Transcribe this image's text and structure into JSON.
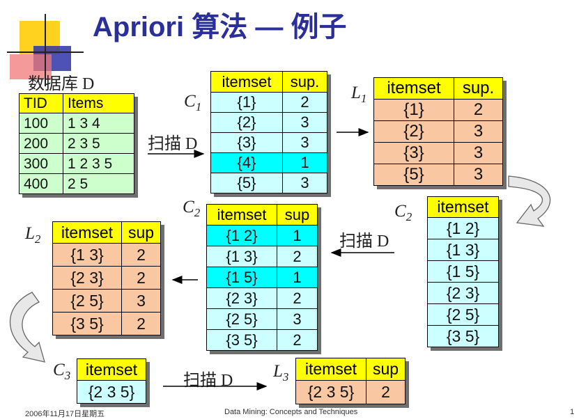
{
  "title": "Apriori 算法 — 例子",
  "db": {
    "label": "数据库 D",
    "headers": [
      "TID",
      "Items"
    ],
    "rows": [
      [
        "100",
        "1 3 4"
      ],
      [
        "200",
        "2 3 5"
      ],
      [
        "300",
        "1 2 3 5"
      ],
      [
        "400",
        "2 5"
      ]
    ]
  },
  "scan_label": "扫描 D",
  "c1": {
    "label": "C",
    "sub": "1",
    "headers": [
      "itemset",
      "sup."
    ],
    "rows": [
      [
        "{1}",
        "2"
      ],
      [
        "{2}",
        "3"
      ],
      [
        "{3}",
        "3"
      ],
      [
        "{4}",
        "1"
      ],
      [
        "{5}",
        "3"
      ]
    ],
    "highlight_index": 3
  },
  "l1": {
    "label": "L",
    "sub": "1",
    "headers": [
      "itemset",
      "sup."
    ],
    "rows": [
      [
        "{1}",
        "2"
      ],
      [
        "{2}",
        "3"
      ],
      [
        "{3}",
        "3"
      ],
      [
        "{5}",
        "3"
      ]
    ]
  },
  "c2_right": {
    "label": "C",
    "sub": "2",
    "header": "itemset",
    "rows": [
      "{1 2}",
      "{1 3}",
      "{1 5}",
      "{2 3}",
      "{2 5}",
      "{3 5}"
    ]
  },
  "c2_mid": {
    "label": "C",
    "sub": "2",
    "headers": [
      "itemset",
      "sup"
    ],
    "rows": [
      [
        "{1 2}",
        "1"
      ],
      [
        "{1 3}",
        "2"
      ],
      [
        "{1 5}",
        "1"
      ],
      [
        "{2 3}",
        "2"
      ],
      [
        "{2 5}",
        "3"
      ],
      [
        "{3 5}",
        "2"
      ]
    ],
    "highlight_indices": [
      0,
      2
    ]
  },
  "l2": {
    "label": "L",
    "sub": "2",
    "headers": [
      "itemset",
      "sup"
    ],
    "rows": [
      [
        "{1 3}",
        "2"
      ],
      [
        "{2 3}",
        "2"
      ],
      [
        "{2 5}",
        "3"
      ],
      [
        "{3 5}",
        "2"
      ]
    ]
  },
  "c3": {
    "label": "C",
    "sub": "3",
    "header": "itemset",
    "rows": [
      "{2 3 5}"
    ]
  },
  "l3": {
    "label": "L",
    "sub": "3",
    "headers": [
      "itemset",
      "sup"
    ],
    "rows": [
      [
        "{2 3 5}",
        "2"
      ]
    ]
  },
  "footer": {
    "left": "2006年11月17日星期五",
    "center": "Data Mining: Concepts and Techniques",
    "page": "1"
  },
  "colors": {
    "title": "#2b2f9a",
    "header": "#ffff00",
    "db_fill": "#ccffcc",
    "l_fill": "#f9c8a2",
    "c_fill": "#ccffff",
    "highlight": "#00ffff"
  }
}
